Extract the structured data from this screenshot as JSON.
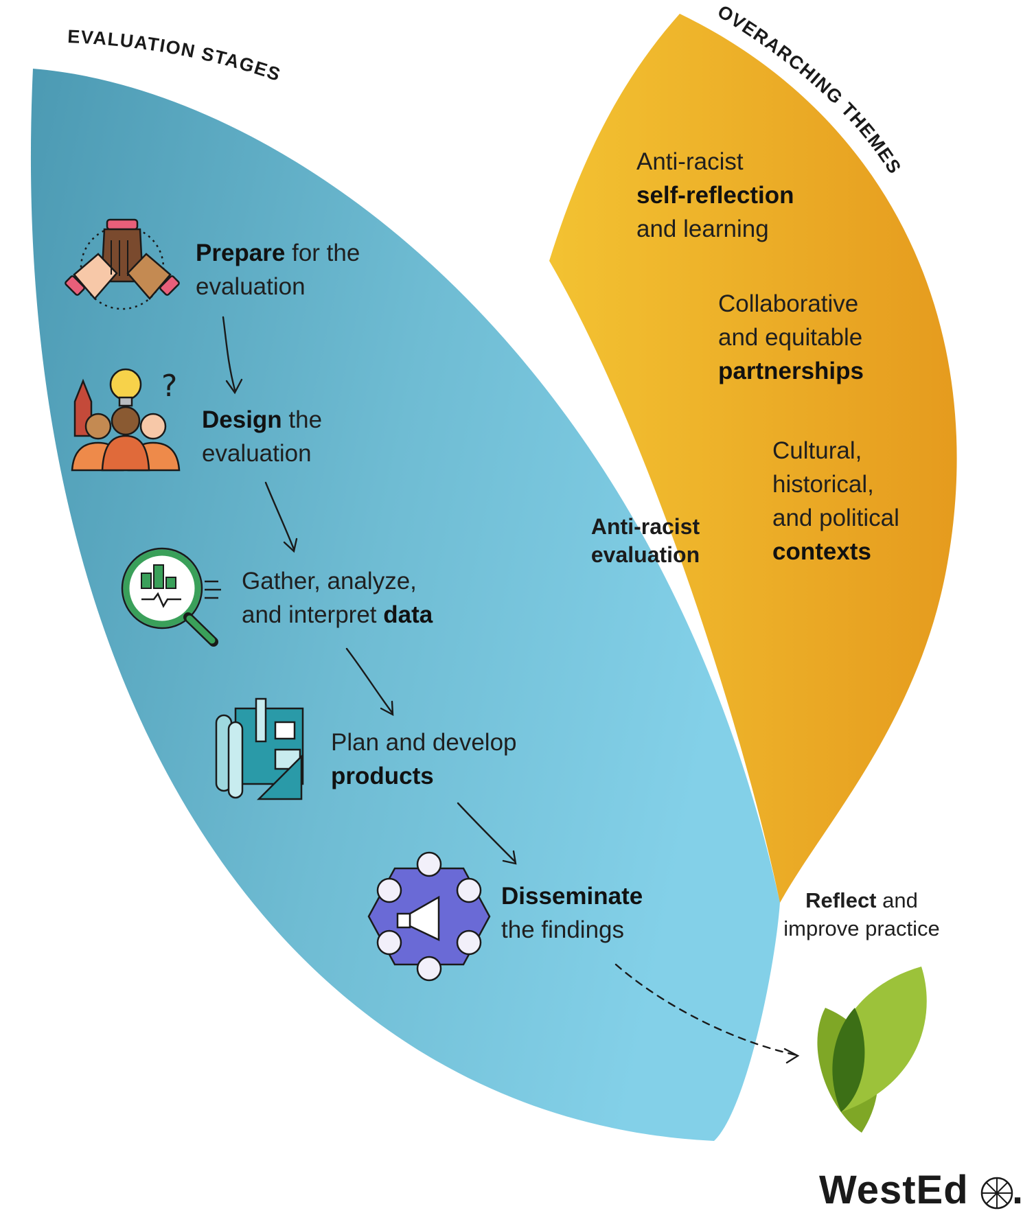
{
  "headers": {
    "evaluation_stages": "EVALUATION STAGES",
    "overarching_themes": "OVERARCHING THEMES"
  },
  "stages": [
    {
      "icon": "hands-stack-icon",
      "bold": "Prepare",
      "rest1": " for the",
      "line2": "evaluation"
    },
    {
      "icon": "team-idea-icon",
      "bold": "Design",
      "rest1": " the",
      "line2": "evaluation"
    },
    {
      "icon": "data-magnifier-icon",
      "line1": "Gather, analyze,",
      "pre2": "and interpret ",
      "bold": "data"
    },
    {
      "icon": "blueprint-tools-icon",
      "line1": "Plan and develop",
      "bold": "products"
    },
    {
      "icon": "network-megaphone-icon",
      "bold": "Disseminate",
      "line2": "the findings"
    }
  ],
  "themes": [
    {
      "line1": "Anti-racist",
      "bold": "self-reflection",
      "line3": "and learning"
    },
    {
      "line1": "Collaborative",
      "line2": "and equitable",
      "bold": "partnerships"
    },
    {
      "line1": "Cultural,",
      "line2": "historical,",
      "line3": "and political",
      "bold": "contexts"
    }
  ],
  "center": {
    "line1": "Anti-racist",
    "line2": "evaluation"
  },
  "reflect": {
    "bold": "Reflect",
    "rest": " and",
    "line2": "improve practice"
  },
  "logo": {
    "text": "WestEd",
    "suffix": "."
  },
  "colors": {
    "blue_dark": "#4a9db6",
    "blue_light": "#7ecbe3",
    "gold": "#f0b428",
    "gold_dark": "#e39a1f",
    "olive": "#7a8f1e",
    "leaf_light": "#a4c63a",
    "leaf_dark": "#3f7a17"
  }
}
